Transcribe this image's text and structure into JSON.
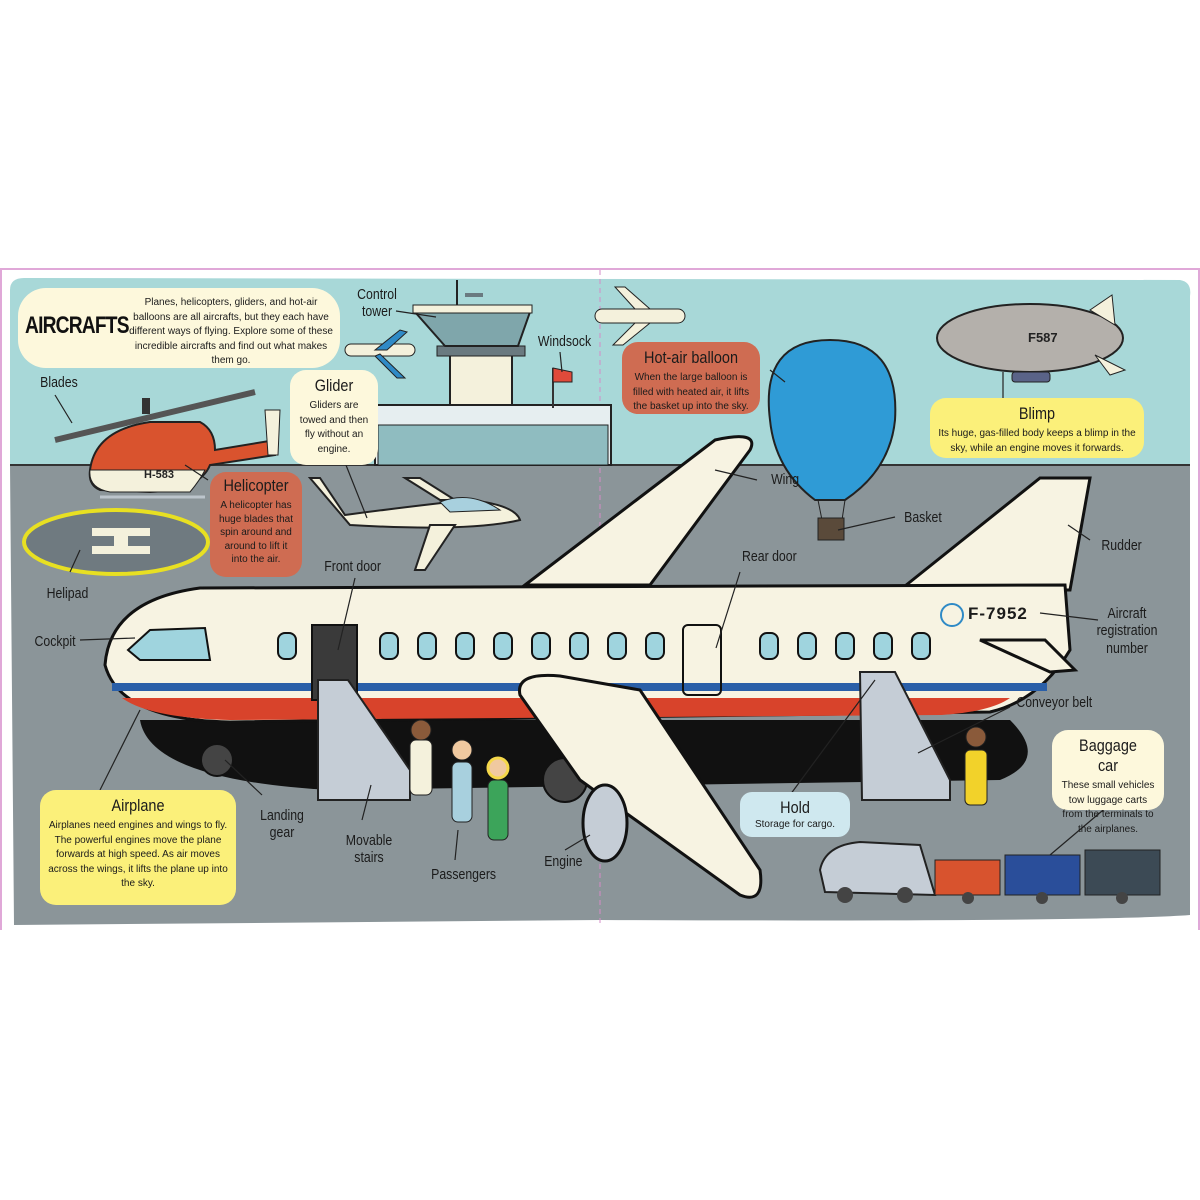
{
  "title": "AIRCRAFTS",
  "intro": "Planes, helicopters, gliders, and hot-air balloons are all aircrafts, but they each have different ways of flying. Explore some of these incredible aircrafts and find out what makes them go.",
  "labels": {
    "blades": "Blades",
    "control_tower": "Control tower",
    "windsock": "Windsock",
    "helipad": "Helipad",
    "front_door": "Front door",
    "cockpit": "Cockpit",
    "wing": "Wing",
    "basket": "Basket",
    "rear_door": "Rear door",
    "rudder": "Rudder",
    "aircraft_registration_number": "Aircraft registration number",
    "conveyor_belt": "Conveyor belt",
    "landing_gear": "Landing gear",
    "movable_stairs": "Movable stairs",
    "passengers": "Passengers",
    "engine": "Engine"
  },
  "markings": {
    "helicopter": "H-583",
    "blimp": "F587",
    "airplane": "F-7952"
  },
  "boxes": {
    "glider": {
      "title": "Glider",
      "text": "Gliders are towed and then fly without an engine."
    },
    "helicopter": {
      "title": "Helicopter",
      "text": "A helicopter has huge blades that spin around and around to lift it into the air."
    },
    "hot_air_balloon": {
      "title": "Hot-air balloon",
      "text": "When the large balloon is filled with heated air, it lifts the basket up into the sky."
    },
    "blimp": {
      "title": "Blimp",
      "text": "Its huge, gas-filled body keeps a blimp in the sky, while an engine moves it forwards."
    },
    "airplane": {
      "title": "Airplane",
      "text": "Airplanes need engines and wings to fly. The powerful engines move the plane forwards at high speed. As air moves across the wings, it lifts the plane up into the sky."
    },
    "hold": {
      "title": "Hold",
      "text": "Storage for cargo."
    },
    "baggage_car": {
      "title": "Baggage car",
      "text": "These small vehicles tow luggage carts from the terminals to the airplanes."
    }
  },
  "colors": {
    "sky": "#a8d8d8",
    "ground": "#8b9599",
    "plane_red": "#d8432b",
    "plane_blue": "#2a5fa8",
    "balloon": "#2f9bd6"
  }
}
